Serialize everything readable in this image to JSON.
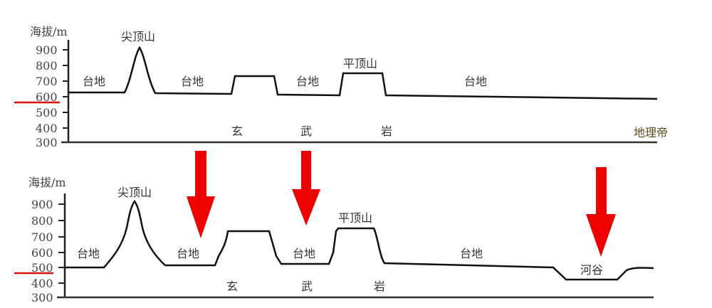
{
  "chart_data": [
    {
      "type": "line",
      "title": "Cross-section profile (before)",
      "ylabel": "海拔/m",
      "ylim": [
        300,
        900
      ],
      "yticks": [
        900,
        800,
        700,
        600,
        500,
        400,
        300
      ],
      "reference_line_value": 560,
      "labels": {
        "peak": "尖顶山",
        "mesa": "平顶山",
        "platform": "台地",
        "rock": [
          "玄",
          "武",
          "岩"
        ]
      },
      "profile": [
        {
          "x": 0,
          "elev": 620
        },
        {
          "x": 80,
          "elev": 620
        },
        {
          "x": 92,
          "elev": 720
        },
        {
          "x": 101,
          "elev": 905
        },
        {
          "x": 112,
          "elev": 720
        },
        {
          "x": 122,
          "elev": 615
        },
        {
          "x": 228,
          "elev": 612
        },
        {
          "x": 232,
          "elev": 725
        },
        {
          "x": 288,
          "elev": 725
        },
        {
          "x": 294,
          "elev": 610
        },
        {
          "x": 382,
          "elev": 608
        },
        {
          "x": 386,
          "elev": 740
        },
        {
          "x": 440,
          "elev": 740
        },
        {
          "x": 446,
          "elev": 605
        },
        {
          "x": 828,
          "elev": 585
        }
      ]
    },
    {
      "type": "line",
      "title": "Cross-section profile (after erosion)",
      "ylabel": "海拔/m",
      "ylim": [
        300,
        900
      ],
      "yticks": [
        900,
        800,
        700,
        600,
        500,
        400,
        300
      ],
      "reference_line_value": 470,
      "labels": {
        "peak": "尖顶山",
        "mesa": "平顶山",
        "platform": "台地",
        "valley": "河谷",
        "rock": [
          "玄",
          "武",
          "岩"
        ]
      },
      "profile": [
        {
          "x": 0,
          "elev": 495
        },
        {
          "x": 55,
          "elev": 495
        },
        {
          "x": 80,
          "elev": 590
        },
        {
          "x": 95,
          "elev": 900
        },
        {
          "x": 110,
          "elev": 620
        },
        {
          "x": 140,
          "elev": 505
        },
        {
          "x": 218,
          "elev": 505
        },
        {
          "x": 228,
          "elev": 620
        },
        {
          "x": 234,
          "elev": 720
        },
        {
          "x": 288,
          "elev": 720
        },
        {
          "x": 300,
          "elev": 510
        },
        {
          "x": 372,
          "elev": 510
        },
        {
          "x": 382,
          "elev": 620
        },
        {
          "x": 390,
          "elev": 740
        },
        {
          "x": 440,
          "elev": 740
        },
        {
          "x": 450,
          "elev": 515
        },
        {
          "x": 700,
          "elev": 500
        },
        {
          "x": 710,
          "elev": 415
        },
        {
          "x": 778,
          "elev": 415
        },
        {
          "x": 795,
          "elev": 490
        },
        {
          "x": 826,
          "elev": 490
        }
      ]
    }
  ],
  "top": {
    "ylabel": "海拔/m",
    "yticks": [
      "900",
      "800",
      "700",
      "600",
      "500",
      "400",
      "300"
    ],
    "peak_label": "尖顶山",
    "mesa_label": "平顶山",
    "platform_labels": [
      "台地",
      "台地",
      "台地",
      "台地"
    ],
    "rock_chars": [
      "玄",
      "武",
      "岩"
    ],
    "watermark": "地理帝"
  },
  "bottom": {
    "ylabel": "海拔/m",
    "yticks": [
      "900",
      "800",
      "700",
      "600",
      "500",
      "400",
      "300"
    ],
    "peak_label": "尖顶山",
    "mesa_label": "平顶山",
    "platform_labels": [
      "台地",
      "台地",
      "台地",
      "台地"
    ],
    "valley_label": "河谷",
    "rock_chars": [
      "玄",
      "武",
      "岩"
    ]
  },
  "colors": {
    "arrow": "#ee0000",
    "reference_line": "#dd1111",
    "profile": "#111111"
  }
}
